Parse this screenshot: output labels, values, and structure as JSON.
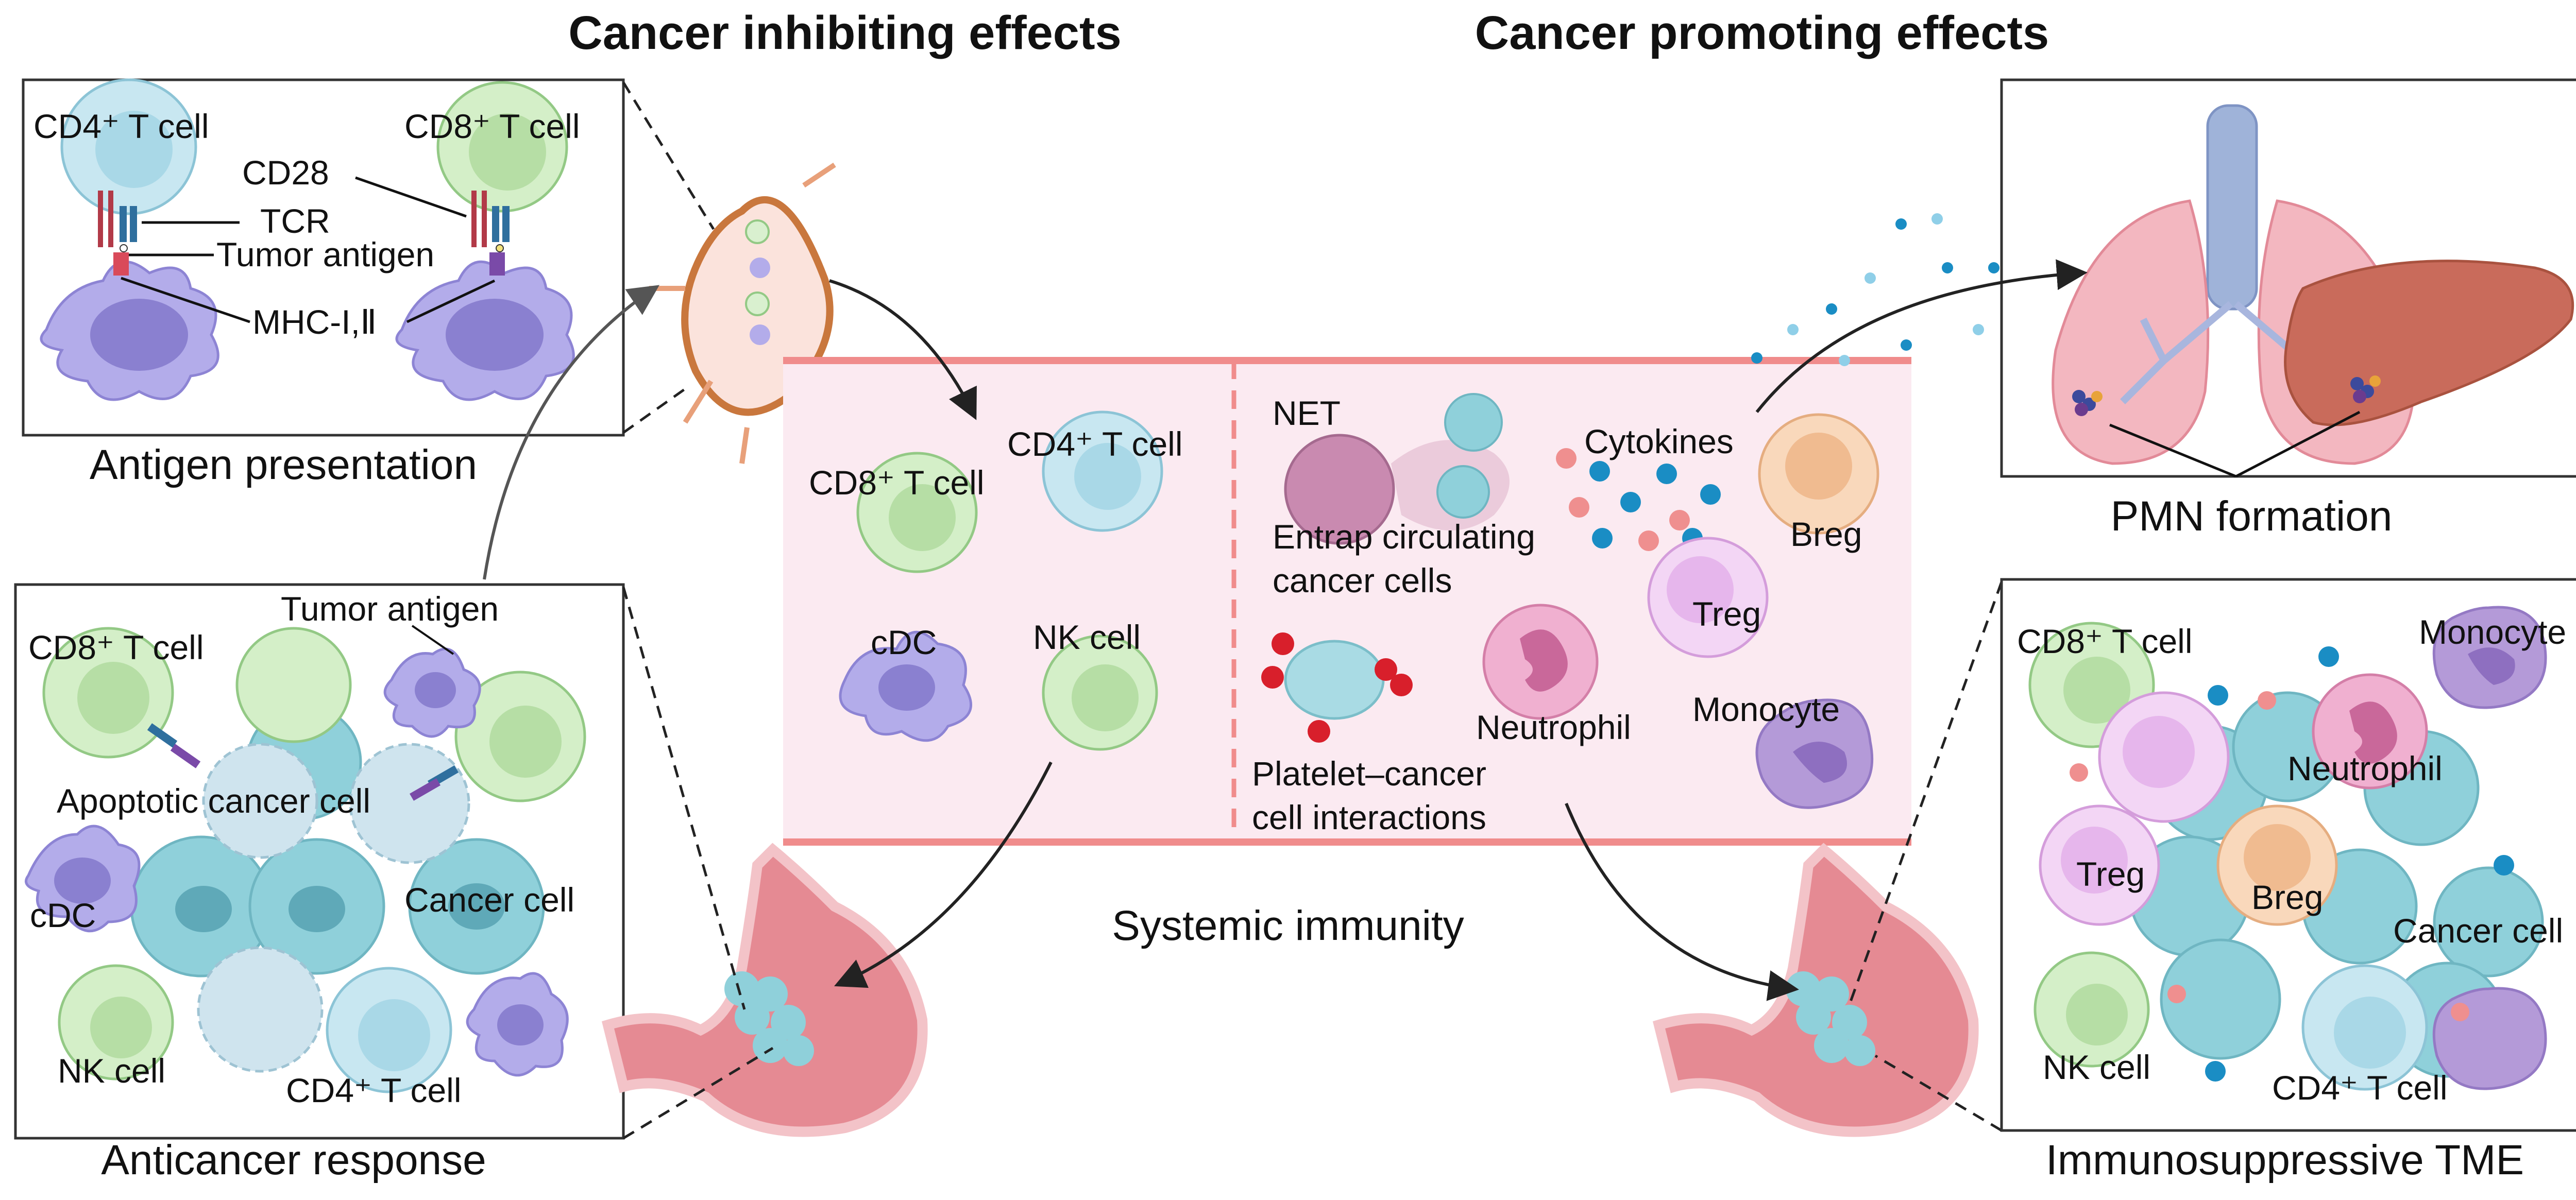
{
  "headers": {
    "inhibiting": "Cancer inhibiting effects",
    "promoting": "Cancer promoting effects"
  },
  "antigen_presentation": {
    "caption": "Antigen presentation",
    "cd4_t_cell": "CD4⁺ T cell",
    "cd8_t_cell": "CD8⁺ T cell",
    "cd28": "CD28",
    "tcr": "TCR",
    "tumor_antigen": "Tumor antigen",
    "mhc": "MHC-I,Ⅱ"
  },
  "anticancer_response": {
    "caption": "Anticancer response",
    "tumor_antigen": "Tumor  antigen",
    "cd8_t_cell": "CD8⁺ T cell",
    "apoptotic_cancer_cell": "Apoptotic cancer cell",
    "cdc": "cDC",
    "cancer_cell": "Cancer cell",
    "nk_cell": "NK cell",
    "cd4_t_cell": "CD4⁺ T cell"
  },
  "systemic": {
    "caption": "Systemic immunity",
    "left": {
      "cd8_t_cell": "CD8⁺ T cell",
      "cd4_t_cell": "CD4⁺ T cell",
      "cdc": "cDC",
      "nk_cell": "NK cell"
    },
    "right": {
      "net": "NET",
      "cytokines": "Cytokines",
      "entrap_line1": "Entrap circulating",
      "entrap_line2": "cancer cells",
      "breg": "Breg",
      "treg": "Treg",
      "platelet_line1": "Platelet–cancer",
      "platelet_line2": "cell interactions",
      "neutrophil": "Neutrophil",
      "monocyte": "Monocyte"
    }
  },
  "pmn": {
    "caption": "PMN formation"
  },
  "tme": {
    "caption": "Immunosuppressive TME",
    "cd8_t_cell": "CD8⁺ T cell",
    "monocyte": "Monocyte",
    "neutrophil": "Neutrophil",
    "treg": "Treg",
    "breg": "Breg",
    "cancer_cell": "Cancer cell",
    "nk_cell": "NK cell",
    "cd4_t_cell": "CD4⁺ T cell"
  },
  "colors": {
    "cd4": "#bfe3ee",
    "cd8": "#c9e8bf",
    "dc": "#a39be0",
    "cancer": "#8fcfd9",
    "treg": "#e9c7f0",
    "breg": "#f5cba6",
    "neutrophil": "#e39ac0",
    "monocyte": "#b49ad8",
    "panel_pink": "#fbecf2",
    "vessel_border": "#f08c8c",
    "stomach": "#e58a93",
    "lung": "#f3b7c0",
    "liver": "#c96b5b"
  }
}
